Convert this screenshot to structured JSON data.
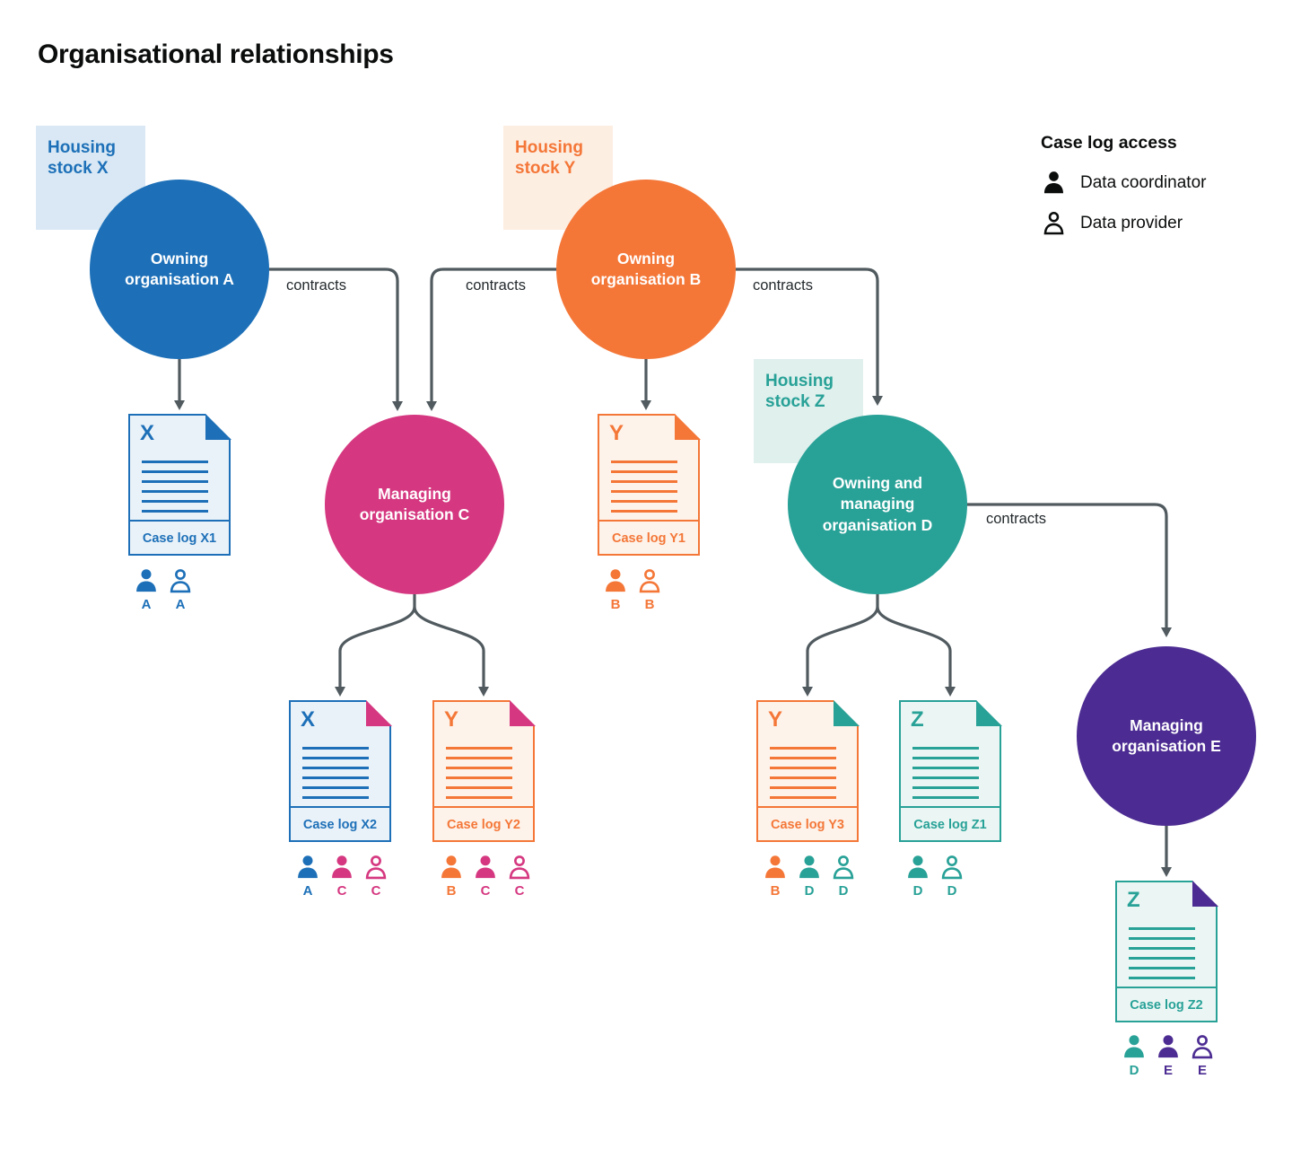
{
  "title": "Organisational relationships",
  "legend": {
    "title": "Case log access",
    "items": [
      {
        "icon": "person-filled-icon",
        "label": "Data coordinator"
      },
      {
        "icon": "person-outline-icon",
        "label": "Data provider"
      }
    ]
  },
  "contracts_label": "contracts",
  "colors": {
    "blue": "#1d70b8",
    "orange": "#f47738",
    "pink": "#d53880",
    "teal": "#28a197",
    "purple": "#4c2c92",
    "arrow_grey": "#505a5f",
    "text_black": "#0b0c0c",
    "light_blue": "#d9e8f4",
    "light_orange": "#fdeee2",
    "light_teal": "#dff0ed"
  },
  "housing_stocks": [
    {
      "id": "X",
      "label": "Housing stock X"
    },
    {
      "id": "Y",
      "label": "Housing stock Y"
    },
    {
      "id": "Z",
      "label": "Housing stock Z"
    }
  ],
  "organisations": [
    {
      "id": "A",
      "label": "Owning organisation A"
    },
    {
      "id": "B",
      "label": "Owning organisation B"
    },
    {
      "id": "C",
      "label": "Managing organisation C"
    },
    {
      "id": "D",
      "label": "Owning and managing organisation D"
    },
    {
      "id": "E",
      "label": "Managing organisation E"
    }
  ],
  "case_logs": [
    {
      "id": "X1",
      "letter": "X",
      "label": "Case log X1",
      "access": [
        {
          "role": "coordinator",
          "org": "A"
        },
        {
          "role": "provider",
          "org": "A"
        }
      ]
    },
    {
      "id": "Y1",
      "letter": "Y",
      "label": "Case log Y1",
      "access": [
        {
          "role": "coordinator",
          "org": "B"
        },
        {
          "role": "provider",
          "org": "B"
        }
      ]
    },
    {
      "id": "X2",
      "letter": "X",
      "label": "Case log X2",
      "access": [
        {
          "role": "coordinator",
          "org": "A"
        },
        {
          "role": "coordinator",
          "org": "C"
        },
        {
          "role": "provider",
          "org": "C"
        }
      ]
    },
    {
      "id": "Y2",
      "letter": "Y",
      "label": "Case log Y2",
      "access": [
        {
          "role": "coordinator",
          "org": "B"
        },
        {
          "role": "coordinator",
          "org": "C"
        },
        {
          "role": "provider",
          "org": "C"
        }
      ]
    },
    {
      "id": "Y3",
      "letter": "Y",
      "label": "Case log Y3",
      "access": [
        {
          "role": "coordinator",
          "org": "B"
        },
        {
          "role": "coordinator",
          "org": "D"
        },
        {
          "role": "provider",
          "org": "D"
        }
      ]
    },
    {
      "id": "Z1",
      "letter": "Z",
      "label": "Case log Z1",
      "access": [
        {
          "role": "coordinator",
          "org": "D"
        },
        {
          "role": "provider",
          "org": "D"
        }
      ]
    },
    {
      "id": "Z2",
      "letter": "Z",
      "label": "Case log Z2",
      "access": [
        {
          "role": "coordinator",
          "org": "D"
        },
        {
          "role": "coordinator",
          "org": "E"
        },
        {
          "role": "provider",
          "org": "E"
        }
      ]
    }
  ]
}
